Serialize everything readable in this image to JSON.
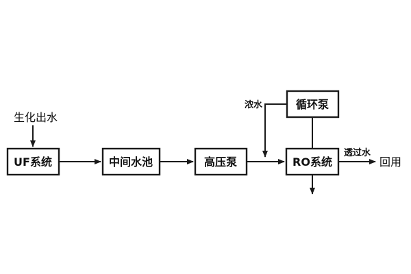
{
  "diagram": {
    "nodes": {
      "uf": "UF系统",
      "intermediate_pool": "中间水池",
      "high_pressure_pump": "高压泵",
      "ro": "RO系统",
      "circulation_pump": "循环泵"
    },
    "labels": {
      "biochemical_effluent": "生化出水",
      "concentrate": "浓水",
      "permeate": "透过水",
      "reuse": "回用"
    }
  }
}
